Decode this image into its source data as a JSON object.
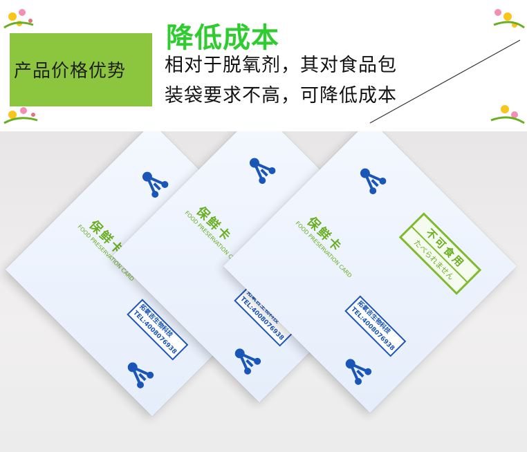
{
  "banner": {
    "badge": "产品价格优势",
    "headline": "降低成本",
    "line1": "相对于脱氧剂，其对食品包",
    "line2": "装袋要求不高，可降低成本",
    "colors": {
      "badge_bg": "#8cc63f",
      "headline": "#2ecc2e"
    }
  },
  "card": {
    "stamp_top": "不可食用",
    "stamp_bottom": "たべられません",
    "product_name": "保鲜卡",
    "product_english": "FOOD PRESERVATION CARD",
    "company_name": "拓氧吉生物科技",
    "company_tel": "TEL:4008076938",
    "colors": {
      "green": "#6aae22",
      "blue": "#1a55b8"
    }
  }
}
